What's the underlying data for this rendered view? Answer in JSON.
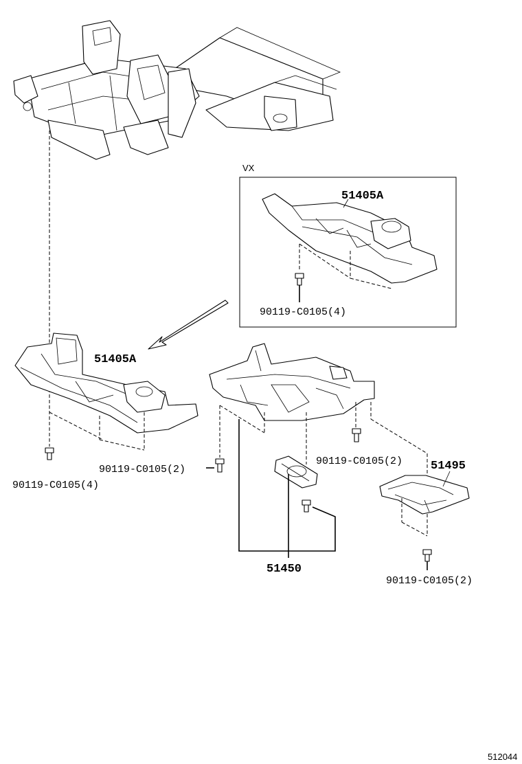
{
  "variant_label": "VX",
  "labels": {
    "cover_front_vx": "51405A",
    "bolt_vx": "90119-C0105(4)",
    "cover_front": "51405A",
    "bolt_front_left": "90119-C0105(4)",
    "bolt_front_mid": "90119-C0105(2)",
    "bolt_center": "90119-C0105(2)",
    "cover_rear": "51495",
    "cover_engine": "51450",
    "bolt_rear": "90119-C0105(2)"
  },
  "diagram_code": "512044"
}
